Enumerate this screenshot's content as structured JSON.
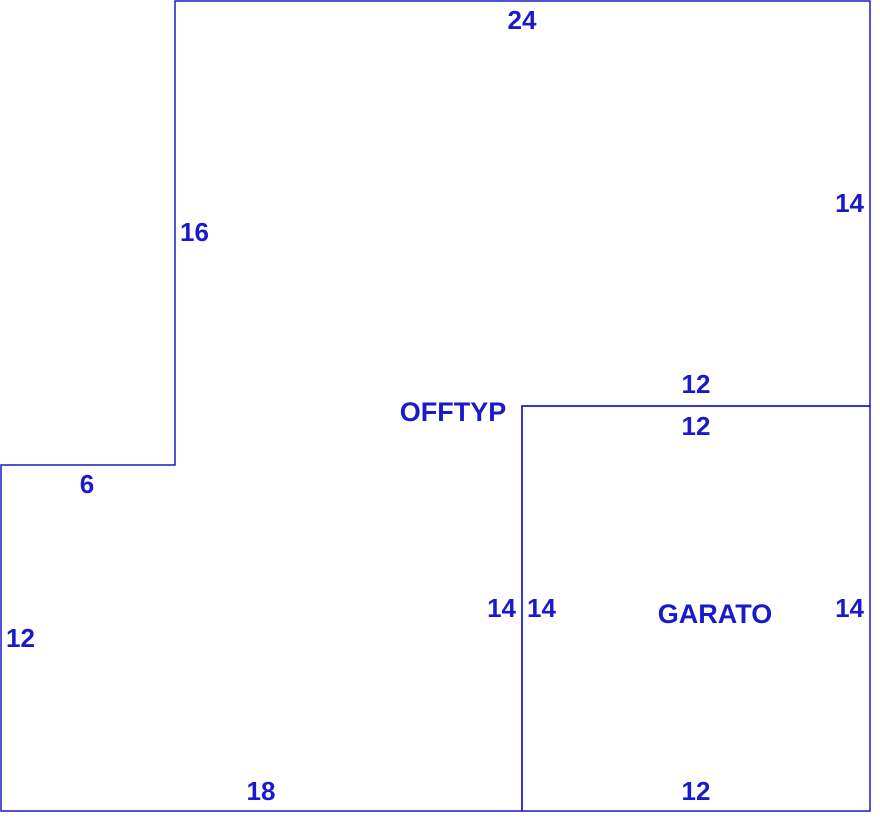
{
  "colors": {
    "line": "#1a1acc",
    "text": "#1a1acc",
    "background": "#ffffff"
  },
  "rooms": {
    "office": {
      "label": "OFFTYP",
      "dimensions": {
        "top": "24",
        "right_upper": "14",
        "interior_horizontal": "12",
        "interior_vertical": "14",
        "bottom": "18",
        "left_lower": "12",
        "step_horizontal": "6",
        "step_vertical": "16"
      }
    },
    "garage": {
      "label": "GARATO",
      "dimensions": {
        "top": "12",
        "left": "14",
        "right": "14",
        "bottom": "12"
      }
    }
  }
}
